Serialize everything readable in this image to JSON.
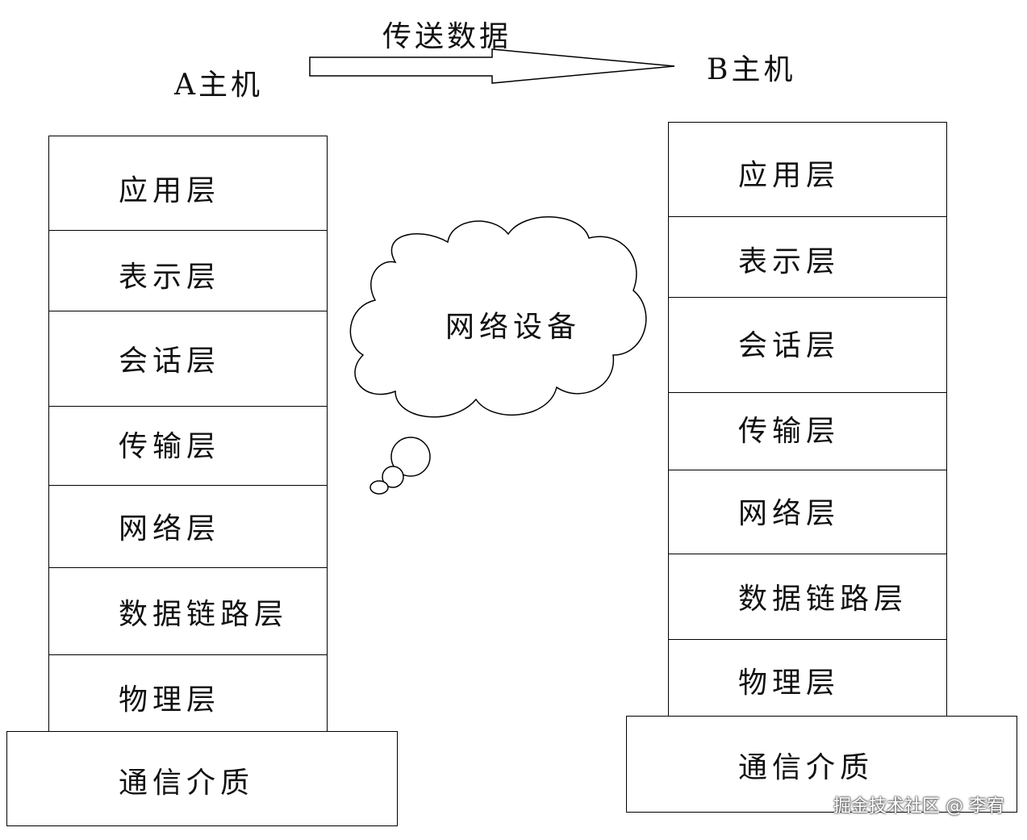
{
  "transfer": {
    "label": "传送数据"
  },
  "host_a": {
    "title": "A主机",
    "layers": [
      "应用层",
      "表示层",
      "会话层",
      "传输层",
      "网络层",
      "数据链路层",
      "物理层"
    ],
    "medium": "通信介质"
  },
  "host_b": {
    "title": "B主机",
    "layers": [
      "应用层",
      "表示层",
      "会话层",
      "传输层",
      "网络层",
      "数据链路层",
      "物理层"
    ],
    "medium": "通信介质"
  },
  "cloud": {
    "label": "网络设备"
  },
  "watermark": "掘金技术社区 @ 李宥"
}
